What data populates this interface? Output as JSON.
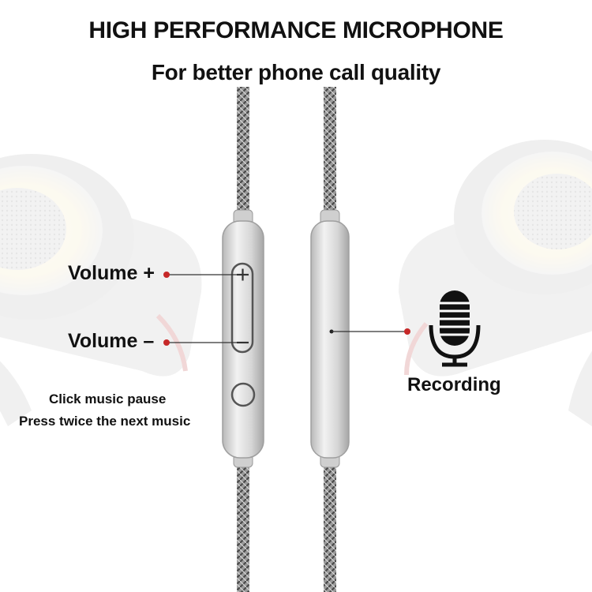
{
  "header": {
    "title": "HIGH PERFORMANCE MICROPHONE",
    "subtitle": "For better phone call quality"
  },
  "callouts": {
    "volume_up": "Volume +",
    "volume_down": "Volume –",
    "click_pause": "Click music pause",
    "press_twice": "Press twice the next music",
    "recording": "Recording"
  },
  "colors": {
    "marker": "#c62828",
    "cable": "#8a8a8a",
    "remote": "#d9d9d9",
    "text": "#111111"
  }
}
